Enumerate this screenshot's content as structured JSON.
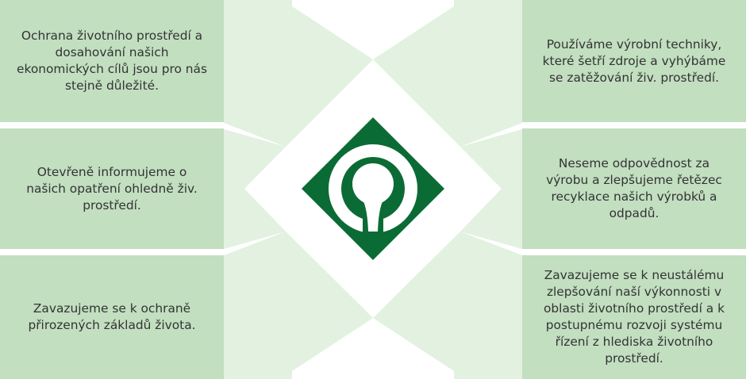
{
  "principles": {
    "left": [
      "Ochrana životního prostředí a dosahování našich ekonomických cílů jsou pro nás stejně důležité.",
      "Otevřeně informujeme o našich opatření ohledně živ. prostředí.",
      "Zavazujeme se k ochraně přirozených základů života."
    ],
    "right": [
      "Používáme výrobní techniky, které šetří zdroje a vyhýbáme se zatěžování živ. prostředí.",
      "Neseme odpovědnost za výrobu a zlepšujeme řetězec recyklace našich výrobků a odpadů.",
      "Zavazujeme se k neustálému zlepšování naší výkonnosti v oblasti životního prostředí a k postupnému rozvoji systému řízení z hlediska životního prostředí."
    ]
  },
  "colors": {
    "box_fill": "#c2dfc0",
    "connector_fill": "#e2f1e0",
    "logo_green": "#0b6b35",
    "logo_white": "#ffffff",
    "text": "#333333"
  },
  "logo": {
    "icon": "tree-circle-icon"
  }
}
